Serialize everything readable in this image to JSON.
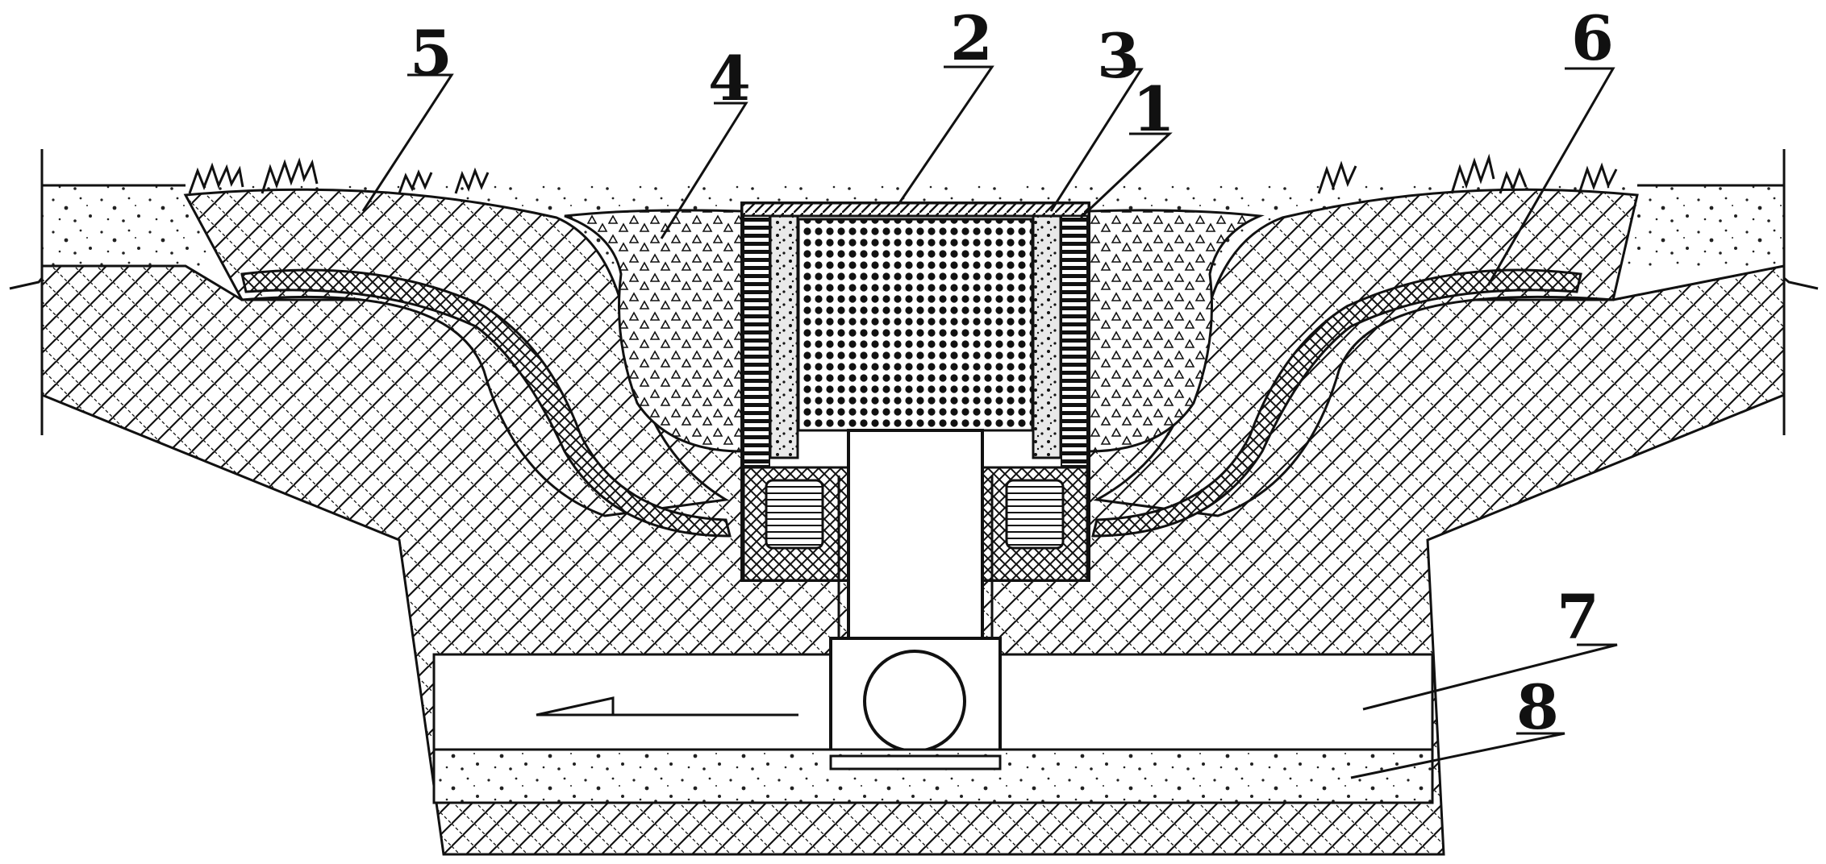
{
  "colors": {
    "ink": "#111111",
    "paper": "#ffffff"
  },
  "callouts": {
    "c1": "1",
    "c2": "2",
    "c3": "3",
    "c4": "4",
    "c5": "5",
    "c6": "6",
    "c7": "7",
    "c8": "8"
  },
  "icons": {
    "flow": "flow-direction-arrow-icon",
    "plant": "shrub-icon"
  }
}
